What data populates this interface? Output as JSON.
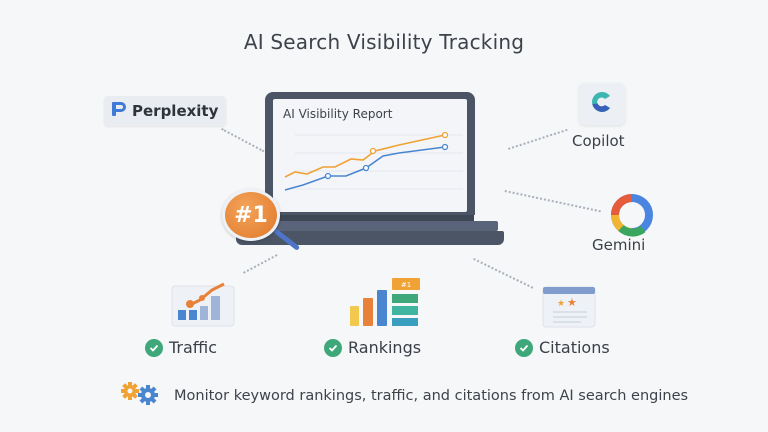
{
  "title": "AI Search Visibility Tracking",
  "engines": {
    "perplexity": {
      "label": "Perplexity",
      "icon": "perplexity-logo-icon"
    },
    "copilot": {
      "label": "Copilot",
      "icon": "copilot-logo-icon"
    },
    "gemini": {
      "label": "Gemini",
      "icon": "gemini-logo-icon"
    }
  },
  "laptop": {
    "report_title": "AI Visibility Report",
    "badge": "#1",
    "series_colors": {
      "orange": "#f0a234",
      "blue": "#4a86d0"
    }
  },
  "features": [
    {
      "label": "Traffic",
      "icon": "traffic-chart-icon"
    },
    {
      "label": "Rankings",
      "icon": "rankings-bars-icon",
      "badge": "#1"
    },
    {
      "label": "Citations",
      "icon": "citations-card-icon"
    }
  ],
  "footer": {
    "text": "Monitor keyword rankings, traffic, and citations from AI search engines",
    "icon": "gears-icon"
  },
  "colors": {
    "check": "#3fa87a",
    "accent_orange": "#e0782a",
    "laptop": "#4b5565"
  }
}
